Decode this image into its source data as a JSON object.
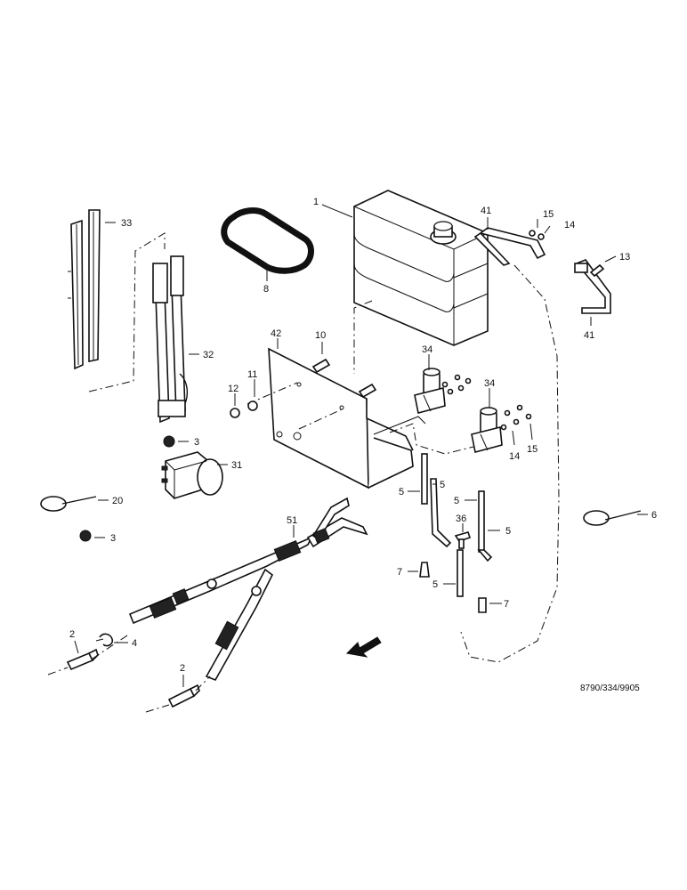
{
  "labels": {
    "l1": "1",
    "l2a": "2",
    "l2b": "2",
    "l3a": "3",
    "l3b": "3",
    "l4": "4",
    "l5a": "5",
    "l5b": "5",
    "l5c": "5",
    "l5d": "5",
    "l5e": "5",
    "l6": "6",
    "l7a": "7",
    "l7b": "7",
    "l8": "8",
    "l10": "10",
    "l11": "11",
    "l12": "12",
    "l13": "13",
    "l14a": "14",
    "l14b": "14",
    "l15a": "15",
    "l15b": "15",
    "l20": "20",
    "l31": "31",
    "l32": "32",
    "l33": "33",
    "l34a": "34",
    "l34b": "34",
    "l36": "36",
    "l41a": "41",
    "l41b": "41",
    "l42": "42",
    "l51": "51"
  },
  "reference": "8790/334/9905"
}
